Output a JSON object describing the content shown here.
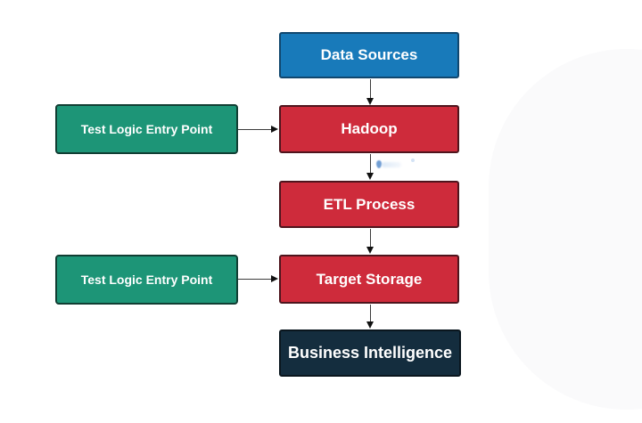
{
  "diagram": {
    "nodes": {
      "data_sources": {
        "label": "Data Sources"
      },
      "hadoop": {
        "label": "Hadoop"
      },
      "etl": {
        "label": "ETL Process"
      },
      "target_storage": {
        "label": "Target Storage"
      },
      "business_intelligence": {
        "label": "Business Intelligence"
      },
      "test_entry_top": {
        "label": "Test Logic Entry Point"
      },
      "test_entry_bottom": {
        "label": "Test Logic Entry Point"
      }
    },
    "edges": [
      {
        "from": "data_sources",
        "to": "hadoop"
      },
      {
        "from": "hadoop",
        "to": "etl"
      },
      {
        "from": "etl",
        "to": "target_storage"
      },
      {
        "from": "target_storage",
        "to": "business_intelligence"
      },
      {
        "from": "test_entry_top",
        "to": "hadoop"
      },
      {
        "from": "test_entry_bottom",
        "to": "target_storage"
      }
    ],
    "colors": {
      "blue": "#187ABA",
      "red": "#CE2B3B",
      "green": "#1D9577",
      "navy": "#142D3E",
      "arrow_line": "#3C3C3C",
      "arrow_head": "#101010",
      "text": "#FFFFFF",
      "background": "#FFFFFF"
    }
  }
}
